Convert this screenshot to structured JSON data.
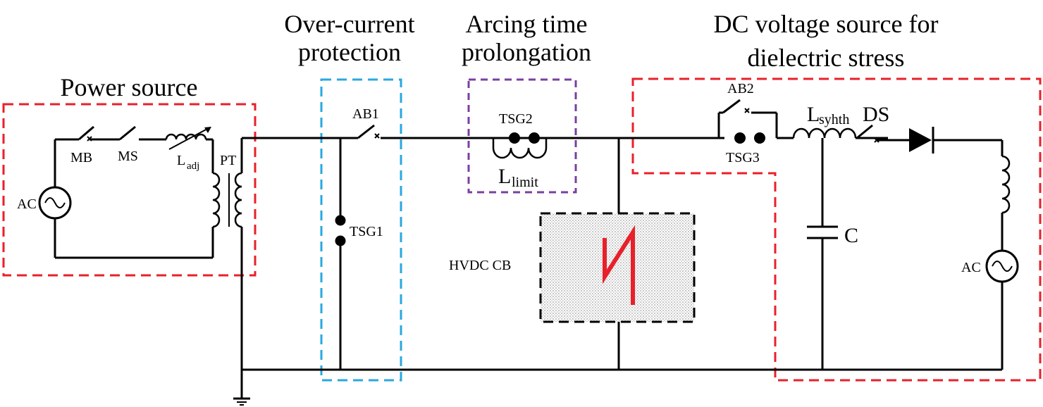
{
  "sections": {
    "power_source": "Power source",
    "overcurrent": [
      "Over-current",
      "protection"
    ],
    "arcing": [
      "Arcing time",
      "prolongation"
    ],
    "dc_source": [
      "DC voltage source for",
      "dielectric stress"
    ]
  },
  "components": {
    "ac_left": "AC",
    "mb": "MB",
    "ms": "MS",
    "l_adj_main": "L",
    "l_adj_sub": "adj",
    "pt": "PT",
    "ab1": "AB1",
    "tsg1": "TSG1",
    "tsg2": "TSG2",
    "l_limit_main": "L",
    "l_limit_sub": "limit",
    "hvdc_cb": "HVDC CB",
    "ab2": "AB2",
    "tsg3": "TSG3",
    "l_synth_main": "L",
    "l_synth_sub": "syhth",
    "ds": "DS",
    "c": "C",
    "ac_right": "AC"
  },
  "colors": {
    "power_box": "#e8202a",
    "overcurrent_box": "#29a8e0",
    "arcing_box": "#7b3fa0",
    "dc_box": "#e8202a",
    "breaker_symbol": "#e8202a"
  }
}
